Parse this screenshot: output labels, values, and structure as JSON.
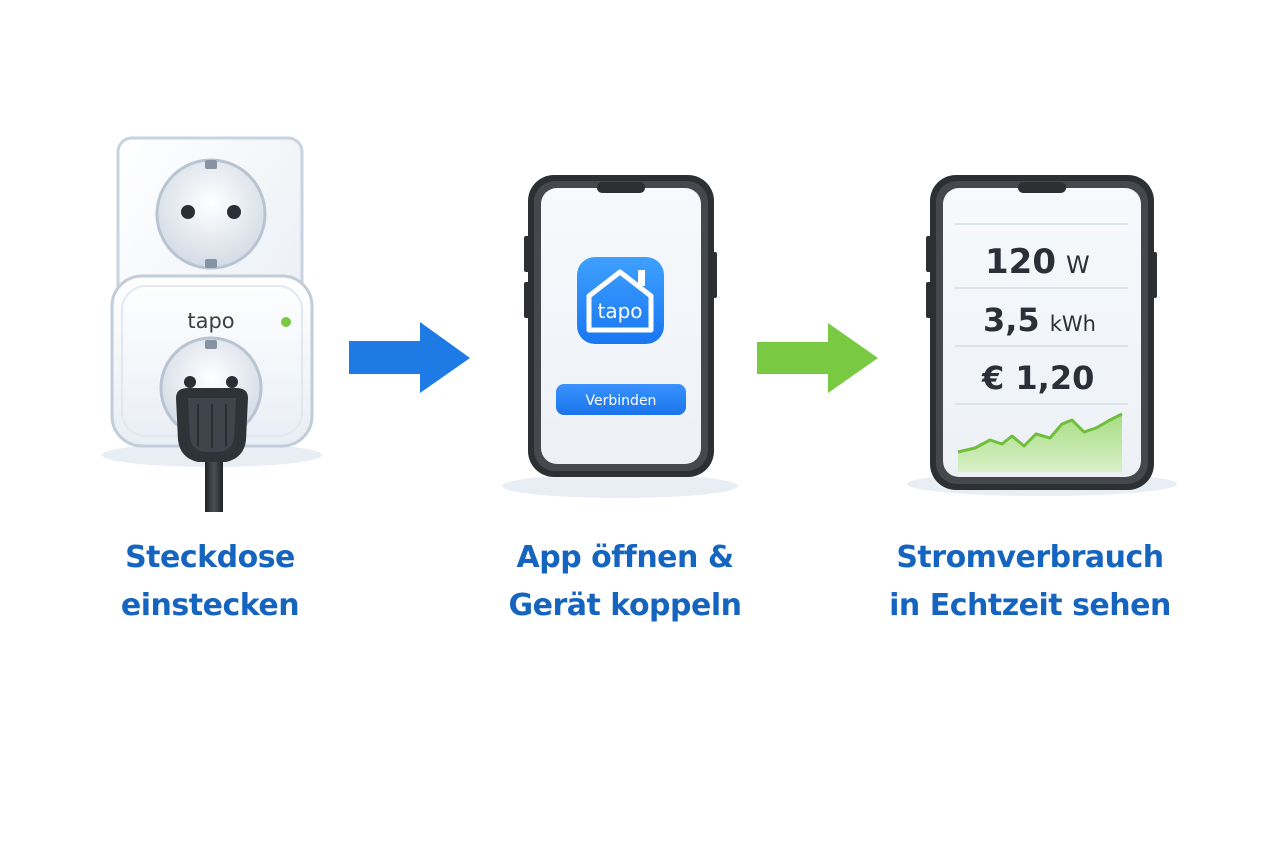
{
  "steps": [
    {
      "caption_lines": [
        "Steckdose",
        "einstecken"
      ],
      "device": {
        "brand": "tapo",
        "led_color": "#7ac943"
      }
    },
    {
      "caption_lines": [
        "App öffnen &",
        "Gerät koppeln"
      ],
      "app": {
        "icon_label": "tapo",
        "connect_button": "Verbinden"
      }
    },
    {
      "caption_lines": [
        "Stromverbrauch",
        "in Echtzeit sehen"
      ],
      "readings": [
        {
          "value": "120",
          "unit": "W"
        },
        {
          "value": "3,5",
          "unit": "kWh"
        },
        {
          "value": "€ 1,20",
          "unit": ""
        }
      ]
    }
  ],
  "icons": {
    "arrow_1": "arrow-right-icon",
    "arrow_2": "arrow-right-icon",
    "chart": "line-chart-icon"
  },
  "colors": {
    "caption_text": "#1565c0",
    "arrow_1": "#1e7be6",
    "arrow_2": "#7ac943",
    "app_blue": "#1e88ff",
    "chart_line": "#6fbf3a",
    "chart_fill": "#b6e39a",
    "phone_frame": "#2d3033"
  }
}
